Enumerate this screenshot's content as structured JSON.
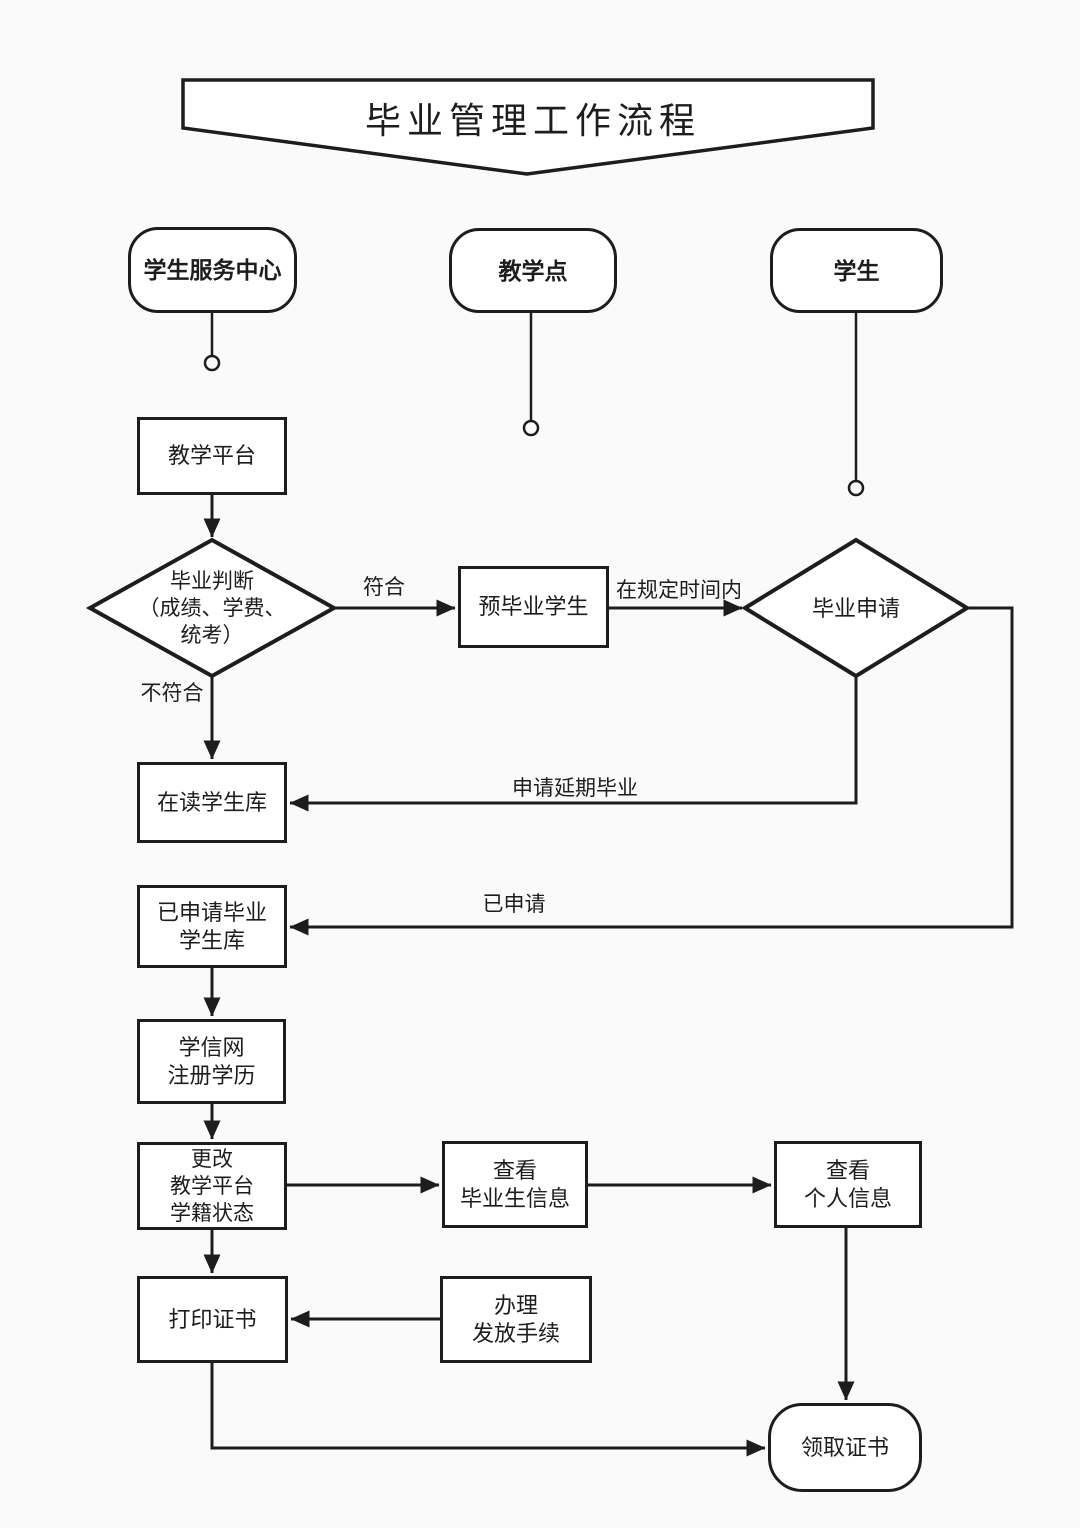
{
  "title": "毕业管理工作流程",
  "lanes": {
    "service_center": "学生服务中心",
    "teaching_point": "教学点",
    "student": "学生"
  },
  "nodes": {
    "teaching_platform": "教学平台",
    "graduation_judgment": "毕业判断\n（成绩、学费、\n统考）",
    "pre_graduates": "预毕业学生",
    "graduation_apply": "毕业申请",
    "enrolled_db": "在读学生库",
    "applied_db": "已申请毕业\n学生库",
    "xuexin_register": "学信网\n注册学历",
    "change_status": "更改\n教学平台\n学籍状态",
    "view_graduate_info": "查看\n毕业生信息",
    "view_personal_info": "查看\n个人信息",
    "print_cert": "打印证书",
    "issue_procedure": "办理\n发放手续",
    "receive_cert": "领取证书"
  },
  "edge_labels": {
    "qualified": "符合",
    "not_qualified": "不符合",
    "within_time": "在规定时间内",
    "apply_postpone": "申请延期毕业",
    "applied": "已申请"
  },
  "colors": {
    "ink": "#1d1d1d",
    "background": "#fafafa",
    "node_fill": "#ffffff"
  }
}
